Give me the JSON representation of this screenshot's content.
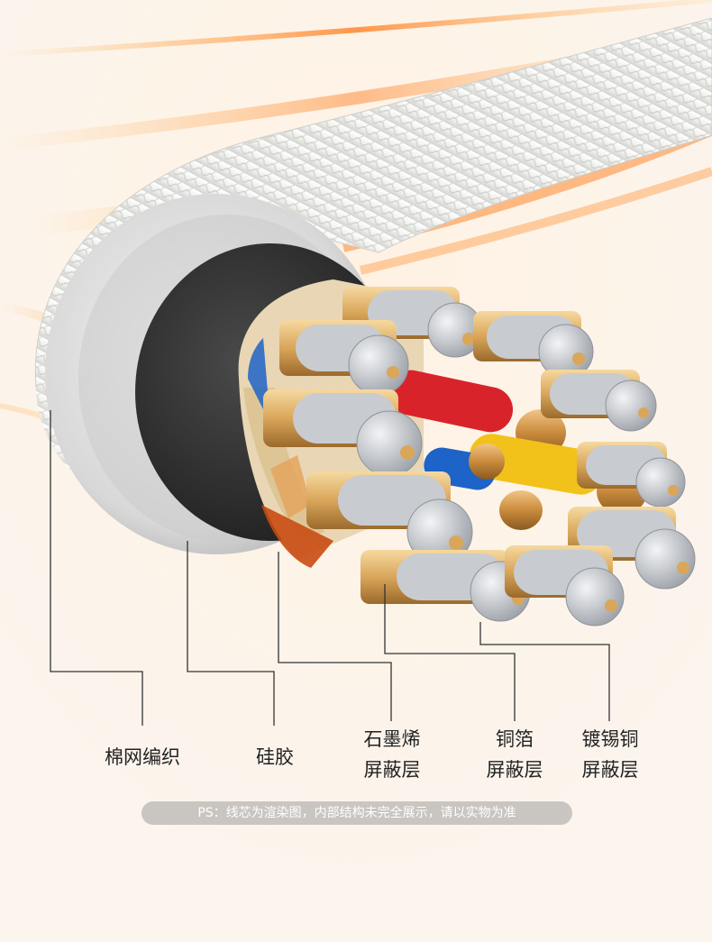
{
  "labels": {
    "cotton_braid": "棉网编织",
    "silicone": "硅胶",
    "graphene_line1": "石墨烯",
    "graphene_line2": "屏蔽层",
    "copper_foil_line1": "铜箔",
    "copper_foil_line2": "屏蔽层",
    "tinned_copper_line1": "镀锡铜",
    "tinned_copper_line2": "屏蔽层"
  },
  "note": "PS：线芯为渲染图，内部结构未完全展示，请以实物为准",
  "colors": {
    "background": "#fbf5ee",
    "braid": "#f2f2f0",
    "silicone": "#dcdcdc",
    "jacket": "#2f2f2f",
    "aluminum": "#c8ccd1",
    "gold": "#d9a65a",
    "copper": "#c98b3c",
    "red": "#d9232a",
    "yellow": "#f2c21b",
    "blue": "#1e63c7",
    "glow": "#ff8a2a",
    "leader_line": "#333333",
    "note_bg": "#c9c5c1"
  }
}
